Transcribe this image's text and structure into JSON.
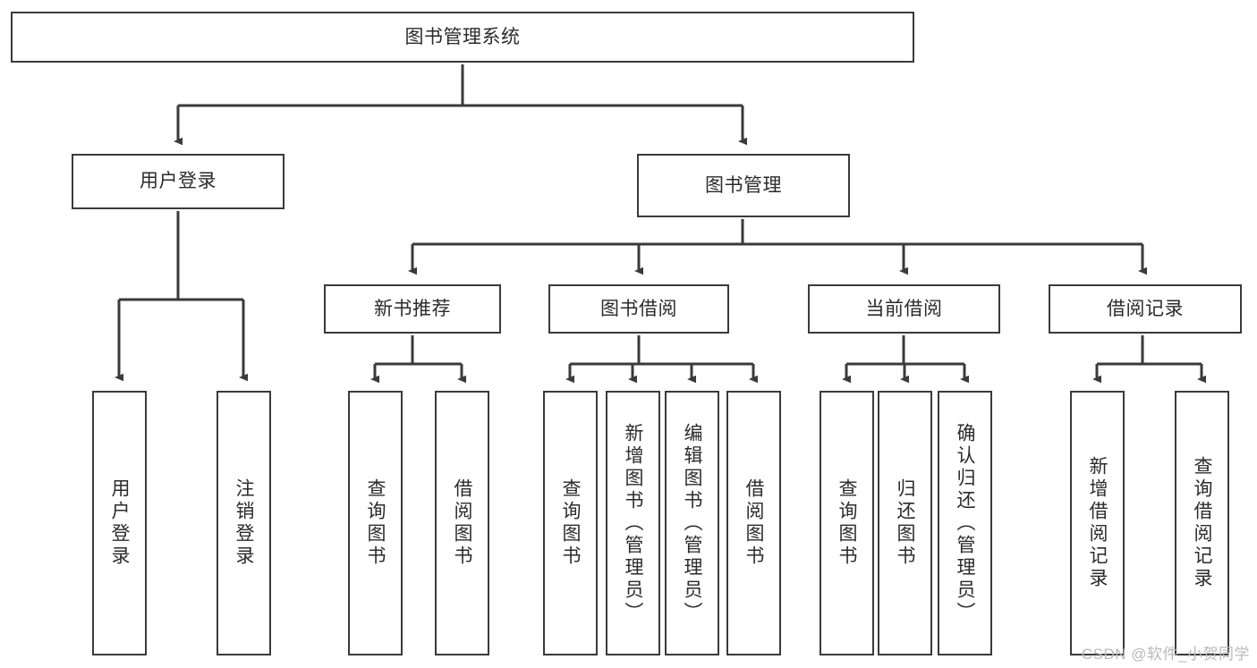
{
  "diagram": {
    "title": "图书管理系统",
    "type": "hierarchy-tree",
    "root": {
      "id": "root",
      "label": "图书管理系统"
    },
    "level2": [
      {
        "id": "user-login",
        "label": "用户登录"
      },
      {
        "id": "book-management",
        "label": "图书管理"
      }
    ],
    "level3": [
      {
        "id": "new-book-recommend",
        "label": "新书推荐",
        "parent": "book-management"
      },
      {
        "id": "book-borrow",
        "label": "图书借阅",
        "parent": "book-management"
      },
      {
        "id": "current-borrow",
        "label": "当前借阅",
        "parent": "book-management"
      },
      {
        "id": "borrow-record",
        "label": "借阅记录",
        "parent": "book-management"
      }
    ],
    "leaves": {
      "user-login": [
        {
          "id": "leaf-user-login",
          "label": "用户登录"
        },
        {
          "id": "leaf-user-logout",
          "label": "注销登录"
        }
      ],
      "new-book-recommend": [
        {
          "id": "leaf-query-book-1",
          "label": "查询图书"
        },
        {
          "id": "leaf-borrow-book-1",
          "label": "借阅图书"
        }
      ],
      "book-borrow": [
        {
          "id": "leaf-query-book-2",
          "label": "查询图书"
        },
        {
          "id": "leaf-add-book",
          "label": "新增图书（管理员）"
        },
        {
          "id": "leaf-edit-book",
          "label": "编辑图书（管理员）"
        },
        {
          "id": "leaf-borrow-book-2",
          "label": "借阅图书"
        }
      ],
      "current-borrow": [
        {
          "id": "leaf-query-book-3",
          "label": "查询图书"
        },
        {
          "id": "leaf-return-book",
          "label": "归还图书"
        },
        {
          "id": "leaf-confirm-return",
          "label": "确认归还（管理员）"
        }
      ],
      "borrow-record": [
        {
          "id": "leaf-add-record",
          "label": "新增借阅记录"
        },
        {
          "id": "leaf-query-record",
          "label": "查询借阅记录"
        }
      ]
    }
  },
  "watermark": {
    "text": "CSDN @软件_小贺同学"
  },
  "colors": {
    "background": "#ffffff",
    "box_border": "#3a3a3a",
    "box_fill": "#ffffff",
    "text": "#2b2b2b",
    "connector": "#3a3a3a",
    "watermark": "#b9b9b9"
  }
}
